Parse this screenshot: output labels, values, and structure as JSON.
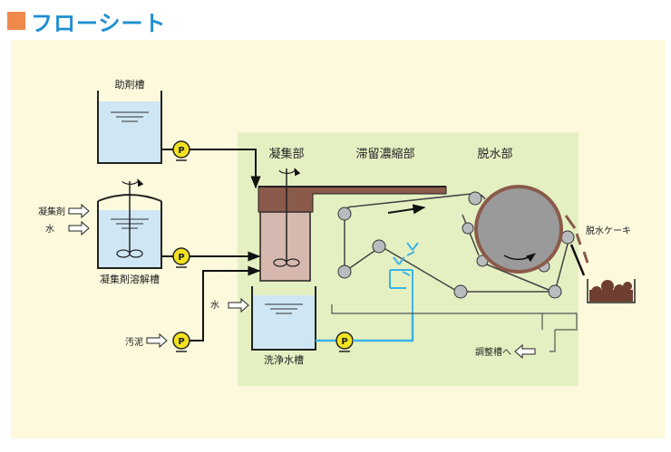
{
  "title": "フローシート",
  "labels": {
    "aid_tank": "助剤槽",
    "coag_tank": "凝集剤溶解槽",
    "wash_tank": "洗浄水槽",
    "coag_section": "凝集部",
    "retention_section": "滞留濃縮部",
    "dewater_section": "脱水部",
    "cake": "脱水ケーキ",
    "coagulant_in": "凝集剤",
    "water_in": "水",
    "water_in2": "水",
    "sludge_in": "汚泥",
    "to_adjust": "調整槽へ",
    "pump": "P"
  },
  "colors": {
    "title_square": "#f08a4b",
    "title_text": "#1e8fd0",
    "panel_bg": "#fdf9dd",
    "machine_bg": "#e5f0c2",
    "tank_water": "#cfe6f5",
    "pump_fill": "#f2e21f",
    "belt_brown": "#8a5a4a",
    "wash_line": "#3ab4e6",
    "cake": "#6e3e30"
  }
}
